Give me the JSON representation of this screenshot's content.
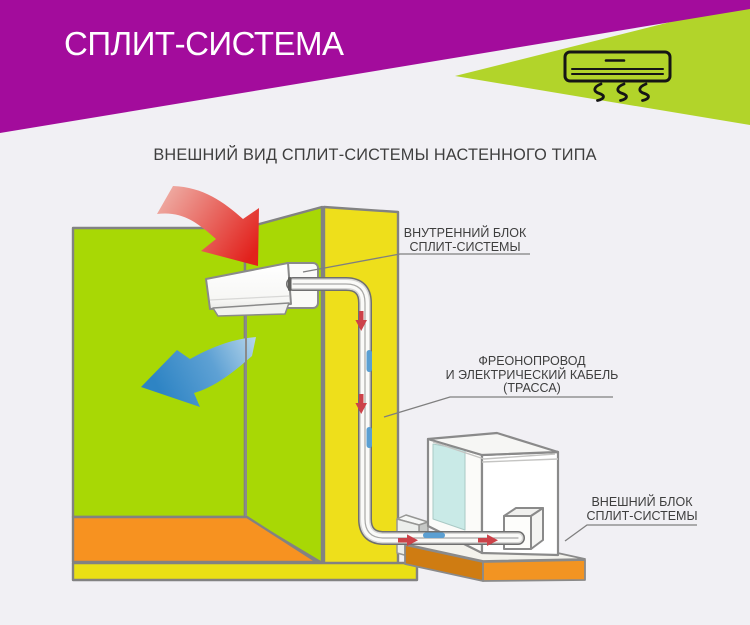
{
  "header": {
    "title": "СПЛИТ-СИСТЕМА"
  },
  "subtitle": "ВНЕШНИЙ ВИД СПЛИТ-СИСТЕМЫ НАСТЕННОГО ТИПА",
  "labels": {
    "indoor_unit": {
      "line1": "ВНУТРЕННИЙ БЛОК",
      "line2": "СПЛИТ-СИСТЕМЫ"
    },
    "route": {
      "line1": "ФРЕОНОПРОВОД",
      "line2": "И ЭЛЕКТРИЧЕСКИЙ КАБЕЛЬ",
      "line3": "(ТРАССА)"
    },
    "outdoor_unit": {
      "line1": "ВНЕШНИЙ БЛОК",
      "line2": "СПЛИТ-СИСТЕМЫ"
    }
  },
  "icons": {
    "air_conditioner": "air-conditioner-icon"
  },
  "colors": {
    "header_magenta": "#a30c9c",
    "accent_lime": "#b2d42a",
    "wall_green": "#a8d805",
    "wall_yellow": "#eedf1b",
    "baseboard_yellow": "#eae015",
    "floor_orange": "#f79220",
    "base_orange": "#f29422",
    "base_orange_dark": "#cf7c12",
    "background": "#f1f0f4",
    "hot_air_red": "#e2211c",
    "cool_air_blue": "#2e84c4",
    "text_color": "#3e3e3e"
  }
}
